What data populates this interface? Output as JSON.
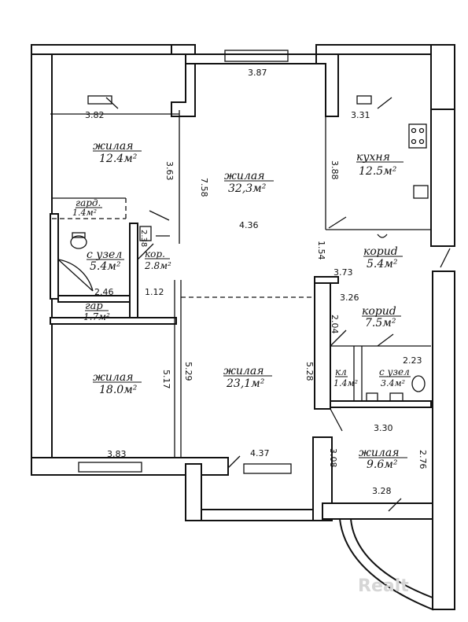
{
  "rooms": [
    {
      "name": "жилая",
      "area": "12.4м²"
    },
    {
      "name": "жилая",
      "area": "32,3м²"
    },
    {
      "name": "кухня",
      "area": "12.5м²"
    },
    {
      "name": "гард.",
      "area": "1.4м²"
    },
    {
      "name": "с узел",
      "area": "5.4м²"
    },
    {
      "name": "кор.",
      "area": "2.8м²"
    },
    {
      "name": "кориd",
      "area": "5.4м²"
    },
    {
      "name": "кориd",
      "area": "7.5м²"
    },
    {
      "name": "гар",
      "area": "1.7м²"
    },
    {
      "name": "жилая",
      "area": "18.0м²"
    },
    {
      "name": "жилая",
      "area": "23,1м²"
    },
    {
      "name": "кл",
      "area": "1.4м²"
    },
    {
      "name": "с узел",
      "area": "3.4м²"
    },
    {
      "name": "жилая",
      "area": "9.6м²"
    }
  ],
  "dimensions": [
    "3.87",
    "3.82",
    "3.31",
    "3.63",
    "7.58",
    "3.88",
    "4.36",
    "1.54",
    "2.38",
    "2.46",
    "1.12",
    "3.73",
    "3.26",
    "2.04",
    "2.23",
    "5.17",
    "5.29",
    "5.28",
    "3.30",
    "3.83",
    "4.37",
    "3.08",
    "2.76",
    "3.28"
  ],
  "watermark": "Realt"
}
